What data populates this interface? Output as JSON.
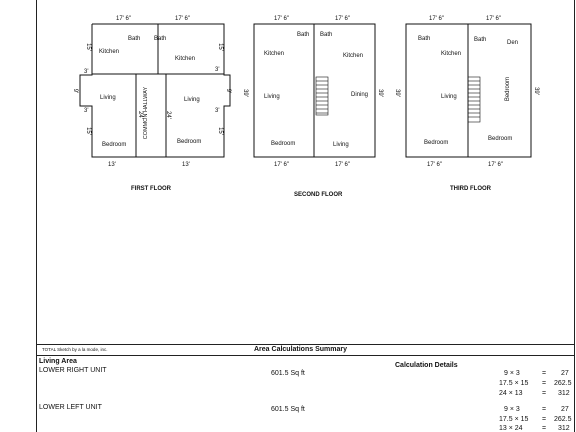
{
  "floors": {
    "first": {
      "title": "FIRST FLOOR",
      "dims": {
        "top_left": "17' 6\"",
        "top_right": "17' 6\"",
        "bottom_left": "13'",
        "bottom_right": "13'",
        "left_upper": "15'",
        "left_mid": "3'",
        "left_gap": "9'",
        "left_mid2": "3'",
        "left_lower": "15'",
        "right_upper": "15'",
        "right_mid": "3'",
        "right_gap": "9'",
        "right_mid2": "3'",
        "right_lower": "15'",
        "hall_left": "24'",
        "hall_right": "24'"
      },
      "rooms": {
        "bath_l": "Bath",
        "kitchen_l": "Kitchen",
        "living_l": "Living",
        "bedroom_l": "Bedroom",
        "bath_r": "Bath",
        "kitchen_r": "Kitchen",
        "living_r": "Living",
        "bedroom_r": "Bedroom",
        "hallway": "COMMON HALLWAY"
      }
    },
    "second": {
      "title": "SECOND FLOOR",
      "dims": {
        "top_left": "17' 6\"",
        "top_right": "17' 6\"",
        "bottom_left": "17' 6\"",
        "bottom_right": "17' 6\"",
        "left": "39'",
        "right": "39'"
      },
      "rooms": {
        "bath_l": "Bath",
        "kitchen_l": "Kitchen",
        "living_l": "Living",
        "bedroom_l": "Bedroom",
        "bath_r": "Bath",
        "kitchen_r": "Kitchen",
        "dining_r": "Dining",
        "living_r": "Living"
      }
    },
    "third": {
      "title": "THIRD FLOOR",
      "dims": {
        "top_left": "17' 6\"",
        "top_right": "17' 6\"",
        "bottom_left": "17' 6\"",
        "bottom_right": "17' 6\"",
        "left": "39'",
        "right": "39'"
      },
      "rooms": {
        "bath_l": "Bath",
        "kitchen_l": "Kitchen",
        "living_l": "Living",
        "bedroom_l": "Bedroom",
        "bath_r": "Bath",
        "den_r": "Den",
        "bedroom_r1": "Bedroom",
        "bedroom_r2": "Bedroom"
      }
    }
  },
  "footer": {
    "software": "TOTAL Sketch by a la mode, inc.",
    "summary_title": "Area Calculations Summary",
    "living_area": "Living Area",
    "calc_details": "Calculation Details",
    "units": [
      {
        "name": "LOWER RIGHT UNIT",
        "area": "601.5 Sq ft",
        "calcs": [
          [
            "9 × 3",
            "=",
            "27"
          ],
          [
            "17.5 × 15",
            "=",
            "262.5"
          ],
          [
            "24 × 13",
            "=",
            "312"
          ]
        ]
      },
      {
        "name": "LOWER LEFT UNIT",
        "area": "601.5 Sq ft",
        "calcs": [
          [
            "9 × 3",
            "=",
            "27"
          ],
          [
            "17.5 × 15",
            "=",
            "262.5"
          ],
          [
            "13 × 24",
            "=",
            "312"
          ]
        ]
      }
    ]
  }
}
